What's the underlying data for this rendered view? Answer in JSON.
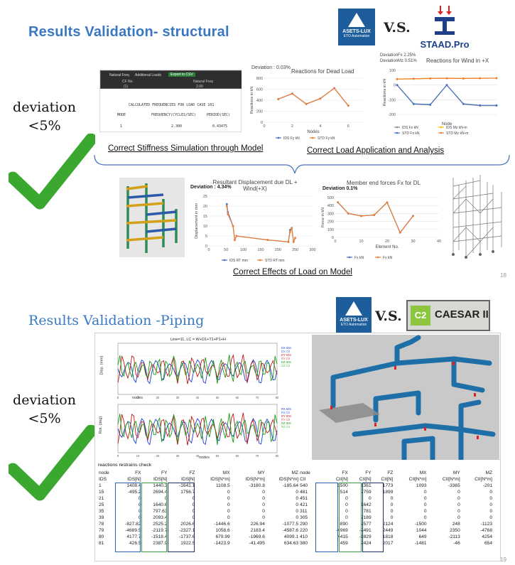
{
  "slide1": {
    "title": "Results Validation- structural",
    "vs": "V.S.",
    "logo_asets": {
      "name": "ASETS-LUX",
      "sub": "ETO Automation"
    },
    "logo_staad": "STAAD.Pro",
    "deviation_line1": "deviation",
    "deviation_line2": "<5%",
    "page": "18",
    "captions": {
      "stiffness": "Correct Stiffness Simulation through Model",
      "load_application": "Correct Load Application and Analysis",
      "effects": "Correct Effects of Load on Model"
    },
    "freq_panel": {
      "tabs": [
        "Natural Freq",
        "Additional Loads",
        "Export to CSV"
      ],
      "cols": [
        "CF No.",
        "Natural Freq"
      ],
      "row": [
        "(1)",
        "2.00"
      ],
      "heading": "CALCULATED FREQUENCIES FOR LOAD CASE   101",
      "headers": [
        "MODE",
        "FREQUENCY(CYCLES/SEC)",
        "PERIOD(SEC)"
      ],
      "values": [
        "1",
        "2.300",
        "0.43475"
      ]
    },
    "dead_load": {
      "deviation": "Deviation : 0.03%",
      "title": "Reactions  for Dead Load",
      "ylabel": "Reactions in kN",
      "xlabel": "Nodes",
      "legend": [
        "IDS Fy kN",
        "STD Fy kN"
      ]
    },
    "wind": {
      "deviation1": "DeviationFx  2.25%",
      "deviation2": "DeviationMz 0.51%",
      "title": "Reactions for Wind in +X",
      "ylabel": "Reactions in kN",
      "xlabel": "Node",
      "legend": [
        "IDS Fx kN",
        "IDS Mz kN-m",
        "STD Fx kN",
        "STD Mz kN-m"
      ]
    },
    "displacement": {
      "deviation": "Deviation : 4.34%",
      "title": "Resultant Displacement due DL + Wind(+X)",
      "ylabel": "Displacement in mm",
      "legend": [
        "IDS RT  mm",
        "STD RT  mm"
      ]
    },
    "member_force": {
      "deviation": "Deviation  0.1%",
      "title": "Member end forces Fx for DL",
      "ylabel": "Force in kN",
      "xlabel": "Element No.",
      "legend": [
        "Fx kN",
        "Fx kN"
      ]
    }
  },
  "slide2": {
    "title": "Results Validation -Piping",
    "vs": "V.S.",
    "logo_asets": {
      "name": "ASETS-LUX",
      "sub": "ETO Automation"
    },
    "logo_caesar": {
      "badge": "C2",
      "name": "CAESAR II"
    },
    "deviation_line1": "deviation",
    "deviation_line2": "<5%",
    "page": "19",
    "plot_title": "Line=11, LC = W+D1+T1+P1+H",
    "plot_ylabel1": "Disp. (mm)",
    "plot_ylabel2": "Rot. (deg)",
    "plot_xlabel": "nodes",
    "legend1": [
      "DX IDS",
      "DX CII",
      "DY IDS",
      "DY CII",
      "DZ IDS",
      "DZ CII"
    ],
    "legend2": [
      "RX IDS",
      "RX CII",
      "RY IDS",
      "RY CII",
      "RZ IDS",
      "RZ CII"
    ],
    "table": {
      "title": "reactions restrains check",
      "head1": [
        "node",
        "FX",
        "FY",
        "FZ",
        "MX",
        "MY",
        "MZ",
        "node",
        "FX",
        "FY",
        "FZ",
        "MX",
        "MY",
        "MZ"
      ],
      "head2": [
        "IDS",
        "IDS[N]",
        "IDS[N]",
        "IDS[N]",
        "IDS[N*m]",
        "IDS[N*m]",
        "IDS[N*m]",
        "CII",
        "CII[N]",
        "CII[N]",
        "CII[N]",
        "CII[N*m]",
        "CII[N*m]",
        "CII[N*m]"
      ],
      "rows": [
        [
          "1",
          "1408.4",
          "1440.3",
          "-1641.1",
          "1108.5",
          "-3180.8",
          "-185.64",
          "540",
          "1500",
          "1361",
          "1773",
          "1093",
          "-3365",
          "-201"
        ],
        [
          "15",
          "-495.2",
          "2694.4",
          "1756.7",
          "0",
          "0",
          "0",
          "481",
          "-514",
          "2759",
          "1899",
          "0",
          "0",
          "0"
        ],
        [
          "21",
          "0",
          "0",
          "0",
          "0",
          "0",
          "0",
          "451",
          "0",
          "0",
          "0",
          "0",
          "0",
          "0"
        ],
        [
          "25",
          "0",
          "1640.6",
          "0",
          "0",
          "0",
          "0",
          "421",
          "0",
          "1642",
          "0",
          "0",
          "0",
          "0"
        ],
        [
          "35",
          "0",
          "797.63",
          "0",
          "0",
          "0",
          "0",
          "311",
          "0",
          "781",
          "0",
          "0",
          "0",
          "0"
        ],
        [
          "39",
          "0",
          "2093.4",
          "0",
          "0",
          "0",
          "0",
          "305",
          "0",
          "2189",
          "0",
          "0",
          "0",
          "0"
        ],
        [
          "78",
          "-827.82",
          "2525.2",
          "2026.6",
          "-1446.6",
          "226.94",
          "-1077.5",
          "290",
          "-890",
          "2577",
          "2124",
          "-1500",
          "248",
          "-1123"
        ],
        [
          "79",
          "-4689.5",
          "-2119.7",
          "-2327.1",
          "1058.6",
          "2183.4",
          "-4587.6",
          "220",
          "-4969",
          "-2491",
          "2449",
          "1044",
          "2350",
          "-4768"
        ],
        [
          "80",
          "4177.7",
          "-1518.4",
          "-1737.6",
          "679.99",
          "-1969.6",
          "4099.1",
          "410",
          "4415",
          "-1829",
          "1818",
          "649",
          "-2113",
          "4254"
        ],
        [
          "81",
          "426.5",
          "2387.9",
          "1922.5",
          "-1423.9",
          "-41.495",
          "634.63",
          "380",
          "459",
          "2424",
          "2017",
          "-1481",
          "-46",
          "654"
        ]
      ]
    }
  },
  "colors": {
    "title_blue": "#3a78c3",
    "check_green": "#3aa82f",
    "ids_blue": "#4472c4",
    "std_orange": "#ed7d31",
    "highlight_blue": "#2f5fb3",
    "highlight_green": "#3aa14a",
    "highlight_navy": "#1f2f66"
  },
  "chart_data": [
    {
      "type": "line",
      "title": "Reactions  for Dead Load",
      "xlabel": "Nodes",
      "ylabel": "Reactions in kN",
      "x": [
        1,
        2,
        3,
        4,
        5,
        6
      ],
      "ylim": [
        0,
        800
      ],
      "xlim": [
        0,
        7
      ],
      "series": [
        {
          "name": "IDS Fy kN",
          "values": [
            420,
            520,
            330,
            430,
            620,
            300
          ]
        },
        {
          "name": "STD Fy kN",
          "values": [
            422,
            518,
            332,
            428,
            618,
            302
          ]
        }
      ]
    },
    {
      "type": "line",
      "title": "Reactions for Wind in +X",
      "xlabel": "Node",
      "ylabel": "Reactions in kN",
      "x": [
        1,
        2,
        3,
        4,
        5,
        6,
        7
      ],
      "ylim": [
        -200,
        100
      ],
      "series": [
        {
          "name": "IDS Fx kN",
          "values": [
            0,
            -130,
            -135,
            0,
            -130,
            -140,
            -140
          ]
        },
        {
          "name": "IDS Mz kN-m",
          "values": [
            40,
            42,
            45,
            46,
            44,
            46,
            47
          ]
        },
        {
          "name": "STD Fx kN",
          "values": [
            0,
            -128,
            -133,
            0,
            -128,
            -138,
            -138
          ]
        },
        {
          "name": "STD Mz kN-m",
          "values": [
            41,
            43,
            45,
            46,
            45,
            46,
            47
          ]
        }
      ]
    },
    {
      "type": "line",
      "title": "Resultant Displacement due DL + Wind(+X)",
      "ylabel": "Displacement in mm",
      "x": [
        52,
        55,
        70,
        75,
        80,
        170,
        230,
        235,
        240,
        245,
        250
      ],
      "xlim": [
        0,
        300
      ],
      "ylim": [
        0,
        25
      ],
      "series": [
        {
          "name": "IDS RT  mm",
          "values": [
            21,
            17,
            10,
            3,
            5,
            3,
            2,
            8,
            9,
            2,
            4
          ]
        },
        {
          "name": "STD RT  mm",
          "values": [
            20,
            16,
            10,
            3,
            5,
            3,
            2,
            7,
            9,
            2,
            4
          ]
        }
      ]
    },
    {
      "type": "line",
      "title": "Member end forces Fx for DL",
      "xlabel": "Element No.",
      "ylabel": "Force in kN",
      "x": [
        1,
        5,
        10,
        15,
        20,
        25,
        30
      ],
      "xlim": [
        0,
        40
      ],
      "ylim": [
        0,
        500
      ],
      "series": [
        {
          "name": "Fx kN",
          "values": [
            440,
            300,
            270,
            280,
            440,
            60,
            270
          ]
        },
        {
          "name": "Fx kN",
          "values": [
            442,
            302,
            268,
            282,
            438,
            62,
            268
          ]
        }
      ]
    }
  ]
}
